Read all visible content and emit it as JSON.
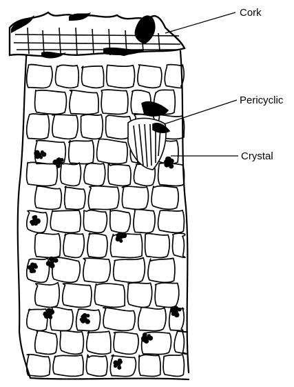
{
  "labels": {
    "cork": "Cork",
    "pericyclic": "Pericyclic",
    "crystal": "Crystal"
  },
  "colors": {
    "ink": "#000000",
    "background": "#ffffff"
  }
}
